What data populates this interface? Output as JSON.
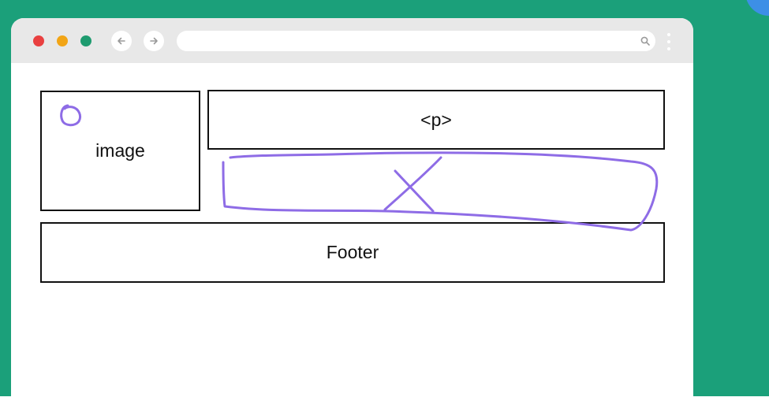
{
  "diagram": {
    "image_label": "image",
    "p_label": "<p>",
    "footer_label": "Footer"
  },
  "colors": {
    "background": "#1ba07a",
    "browser_bar": "#e8e8e8",
    "dot_red": "#e94040",
    "dot_yellow": "#f2a516",
    "dot_green": "#1e9b6f",
    "box_border": "#111111",
    "annotation": "#8e6ce6"
  },
  "icons": {
    "back": "arrow-left-icon",
    "forward": "arrow-right-icon",
    "search": "search-icon",
    "menu": "kebab-menu-icon"
  }
}
